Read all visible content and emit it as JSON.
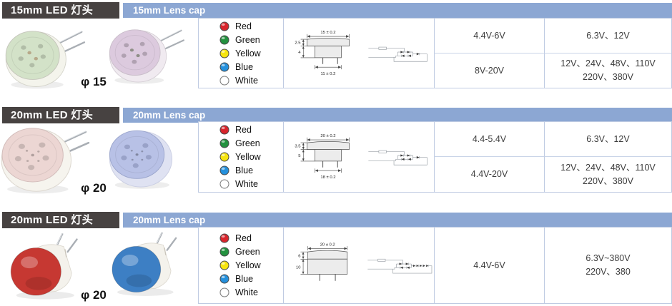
{
  "theme": {
    "bar_blue": "#8ca7d3",
    "badge_dark": "#474241",
    "table_border": "#bfcbe2"
  },
  "color_options": [
    {
      "name": "Red",
      "hex": "#d8252c"
    },
    {
      "name": "Green",
      "hex": "#23913f"
    },
    {
      "name": "Yellow",
      "hex": "#f6e40e"
    },
    {
      "name": "Blue",
      "hex": "#2590dc"
    },
    {
      "name": "White",
      "hex": "#ffffff"
    }
  ],
  "sections": [
    {
      "badge_label": "15mm LED 灯头",
      "bar_label": "15mm Lens cap",
      "diameter_label": "φ 15",
      "lamps": [
        {
          "style": "disc",
          "face": "#d3e2c8",
          "rim": "#f4f4ec"
        },
        {
          "style": "disc",
          "face": "#dccade",
          "rim": "#f0eaf0"
        }
      ],
      "dims": {
        "top_width": "15 ± 0.2",
        "cap_height": "2.5",
        "body_height": "4",
        "bottom_width": "11 ± 0.2"
      },
      "rows": [
        {
          "drive_range": "4.4V-6V",
          "voltages_line1": "6.3V、12V",
          "voltages_line2": ""
        },
        {
          "drive_range": "8V-20V",
          "voltages_line1": "12V、24V、48V、110V",
          "voltages_line2": "220V、380V"
        }
      ]
    },
    {
      "badge_label": "20mm LED 灯头",
      "bar_label": "20mm Lens cap",
      "diameter_label": "φ 20",
      "lamps": [
        {
          "style": "disc",
          "face": "#ecd6d3",
          "rim": "#f6f4ee"
        },
        {
          "style": "disc",
          "face": "#b8c1e6",
          "rim": "#dfe2f2"
        }
      ],
      "dims": {
        "top_width": "20 ± 0.2",
        "cap_height": "3.5",
        "body_height": "5",
        "bottom_width": "18 ± 0.2"
      },
      "rows": [
        {
          "drive_range": "4.4-5.4V",
          "voltages_line1": "6.3V、12V",
          "voltages_line2": ""
        },
        {
          "drive_range": "4.4V-20V",
          "voltages_line1": "12V、24V、48V、110V",
          "voltages_line2": "220V、380V"
        }
      ]
    },
    {
      "badge_label": "20mm LED 灯头",
      "bar_label": "20mm Lens cap",
      "diameter_label": "φ 20",
      "lamps": [
        {
          "style": "dome",
          "dome": "#c63832",
          "base": "#f4f2ec"
        },
        {
          "style": "dome",
          "dome": "#3d7fc4",
          "base": "#f4f2ec"
        }
      ],
      "dims": {
        "top_width": "20 ± 0.2",
        "cap_height": "6",
        "body_height": "10",
        "bottom_width": ""
      },
      "rows": [
        {
          "drive_range": "4.4V-6V",
          "voltages_line1": "6.3V~380V",
          "voltages_line2": "220V、380"
        }
      ]
    }
  ]
}
